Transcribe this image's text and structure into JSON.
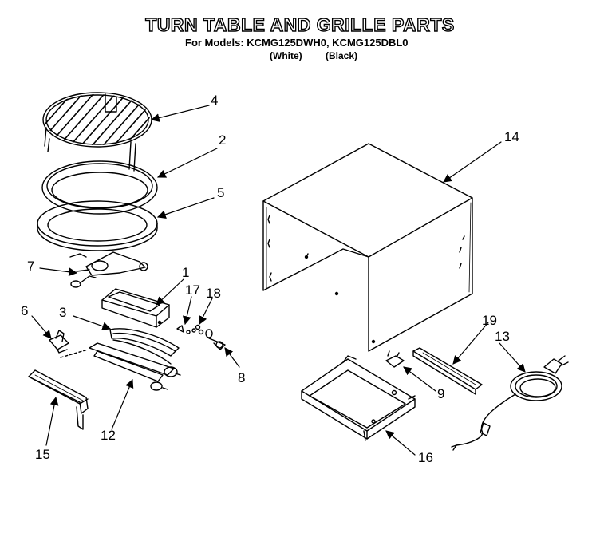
{
  "header": {
    "title": "TURN TABLE AND GRILLE PARTS",
    "models": "For Models: KCMG125DWH0, KCMG125DBL0",
    "variant_white": "(White)",
    "variant_black": "(Black)"
  },
  "callouts": {
    "c1": "1",
    "c2": "2",
    "c3": "3",
    "c4": "4",
    "c5": "5",
    "c6": "6",
    "c7": "7",
    "c8": "8",
    "c9": "9",
    "c12": "12",
    "c13": "13",
    "c14": "14",
    "c15": "15",
    "c16": "16",
    "c17": "17",
    "c18": "18",
    "c19": "19"
  }
}
